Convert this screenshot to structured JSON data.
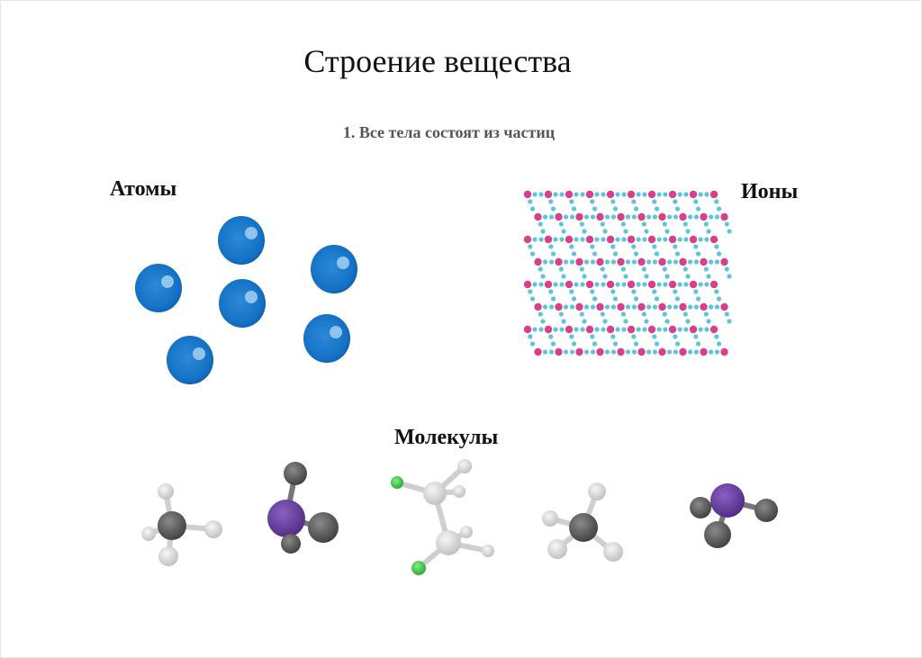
{
  "slide": {
    "title": "Строение вещества",
    "subtitle": "1. Все тела состоят из частиц"
  },
  "sections": {
    "atoms": {
      "label": "Атомы"
    },
    "ions": {
      "label": "Ионы"
    },
    "molecules": {
      "label": "Молекулы"
    }
  },
  "colors": {
    "atom_blue": "#1470c4",
    "ion_pink": "#d8408a",
    "ion_cyan": "#5ec4dc",
    "molecule_gray": "#555555",
    "molecule_light": "#e0e0e0",
    "molecule_purple": "#6a3ea0",
    "molecule_green": "#3ec84a"
  }
}
